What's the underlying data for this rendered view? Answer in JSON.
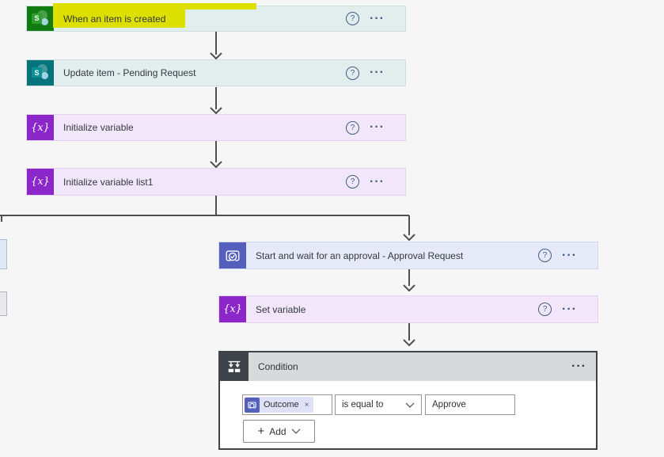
{
  "flow": {
    "nodes": [
      {
        "title": "When an item is created",
        "connector": "sharepoint-trigger",
        "highlighted": true
      },
      {
        "title": "Update item - Pending Request",
        "connector": "sharepoint-action"
      },
      {
        "title": "Initialize variable",
        "connector": "variable"
      },
      {
        "title": "Initialize variable list1",
        "connector": "variable"
      },
      {
        "title": "Start and wait for an approval - Approval Request",
        "connector": "approvals"
      },
      {
        "title": "Set variable",
        "connector": "variable"
      }
    ],
    "condition": {
      "title": "Condition",
      "operand_token": {
        "label": "Outcome",
        "icon": "approvals-icon",
        "dismiss": "×"
      },
      "operator": {
        "selected": "is equal to"
      },
      "value": "Approve",
      "add_button": {
        "plus": "+",
        "label": "Add"
      }
    }
  },
  "glyphs": {
    "help": "?",
    "ellipsis": "···",
    "variable": "{x}",
    "sharepoint": "S"
  },
  "colors": {
    "canvas_bg": "#f6f6f6",
    "sharepoint_trigger_green": "#117c11",
    "sharepoint_action_teal": "#04737a",
    "sharepoint_card_bg": "#e2edee",
    "variable_purple": "#8b26c9",
    "variable_card_bg": "#f2e7fa",
    "approval_blue": "#5560bd",
    "approval_card_bg": "#e6e9f8",
    "condition_border_dark": "#3d4348",
    "condition_header_gray": "#d8d9da",
    "highlighter_yellow": "#dcdf00",
    "connector_line": "#4f4f4f",
    "token_pill_bg": "#dfe1f6"
  }
}
